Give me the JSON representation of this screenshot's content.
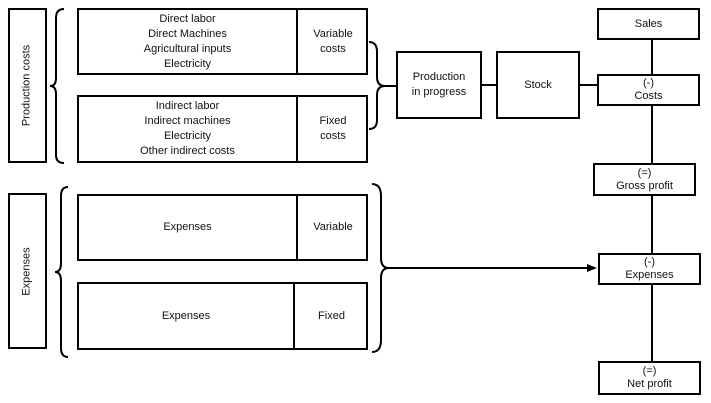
{
  "left_groups": {
    "production_label": "Production costs",
    "expenses_label": "Expenses"
  },
  "production": {
    "variable_items": [
      "Direct labor",
      "Direct Machines",
      "Agricultural inputs",
      "Electricity"
    ],
    "variable_label": [
      "Variable",
      "costs"
    ],
    "fixed_items": [
      "Indirect labor",
      "Indirect machines",
      "Electricity",
      "Other indirect costs"
    ],
    "fixed_label": [
      "Fixed",
      "costs"
    ]
  },
  "expenses": {
    "variable_item": "Expenses",
    "variable_label": "Variable",
    "fixed_item": "Expenses",
    "fixed_label": "Fixed"
  },
  "flow": {
    "production_in_progress": [
      "Production",
      "in progress"
    ],
    "stock": "Stock"
  },
  "income_statement": {
    "sales": "Sales",
    "costs": [
      "(-)",
      "Costs"
    ],
    "gross_profit": [
      "(=)",
      "Gross profit"
    ],
    "expenses": [
      "(-)",
      "Expenses"
    ],
    "net_profit": [
      "(=)",
      "Net profit"
    ]
  }
}
